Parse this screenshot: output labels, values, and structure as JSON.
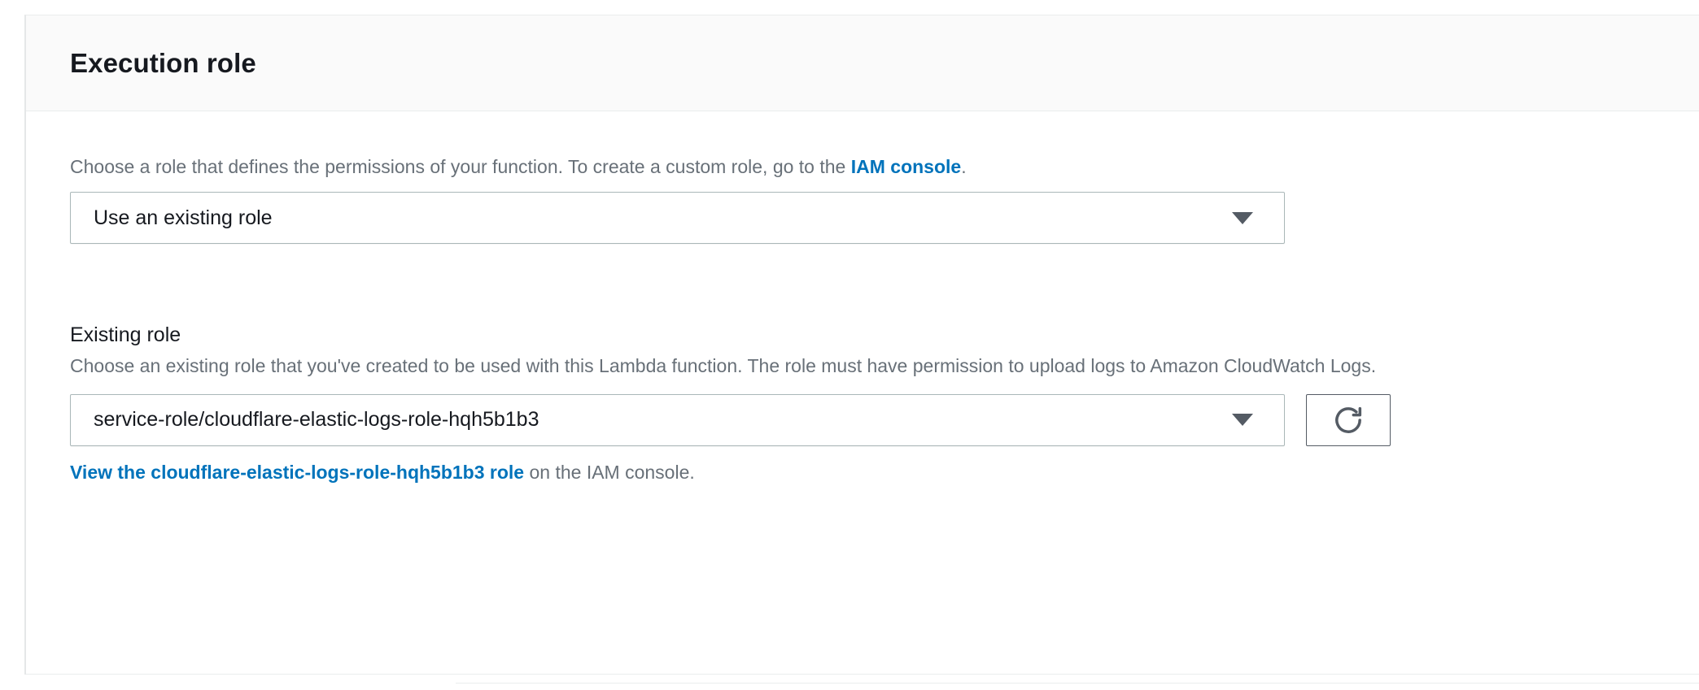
{
  "card": {
    "title": "Execution role"
  },
  "role_source": {
    "helper_prefix": "Choose a role that defines the permissions of your function. To create a custom role, go to the ",
    "helper_link": "IAM console",
    "helper_suffix": ".",
    "selected_value": "Use an existing role",
    "caret_icon": "chevron-down-icon"
  },
  "existing_role": {
    "label": "Existing role",
    "description": "Choose an existing role that you've created to be used with this Lambda function. The role must have permission to upload logs to Amazon CloudWatch Logs.",
    "selected_value": "service-role/cloudflare-elastic-logs-role-hqh5b1b3",
    "caret_icon": "chevron-down-icon",
    "refresh_icon": "refresh-icon",
    "view_link": "View the cloudflare-elastic-logs-role-hqh5b1b3 role",
    "view_suffix": " on the IAM console."
  },
  "colors": {
    "link": "#0073bb",
    "text": "#16191f",
    "muted": "#687078",
    "border": "#aab7b8",
    "border_strong": "#545b64",
    "header_bg": "#fafafa"
  }
}
